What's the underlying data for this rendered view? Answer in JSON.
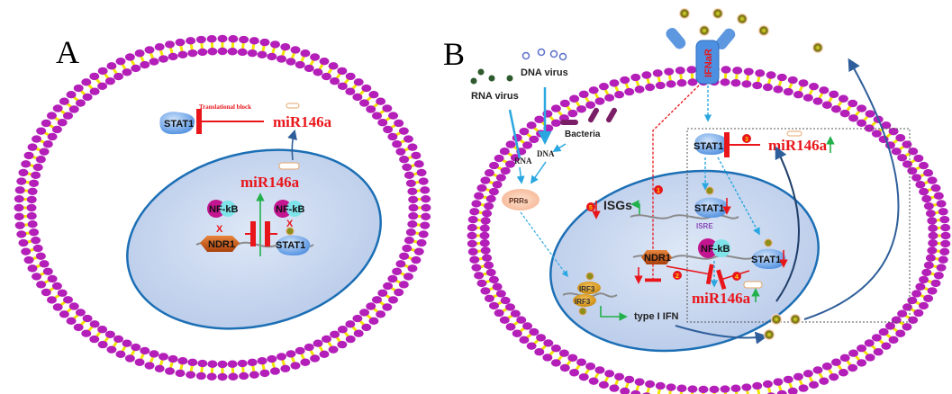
{
  "panels": {
    "A": {
      "label": "A",
      "cytoplasm": {
        "stat1": "STAT1",
        "mirna": "miR146a",
        "inhibition_label": "Translational block"
      },
      "nucleus": {
        "mirna": "miR146a",
        "nfkb_left": "NF-kB",
        "nfkb_right": "NF-kB",
        "ndr1": "NDR1",
        "stat1": "STAT1"
      }
    },
    "B": {
      "label": "B",
      "pathogens": {
        "rna_virus": "RNA virus",
        "dna_virus": "DNA virus",
        "bacteria": "Bacteria"
      },
      "nucleic_acids": {
        "rna": "RNA",
        "dna": "DNA"
      },
      "prrs": "PRRs",
      "receptor": "IFNaR",
      "cytoplasm": {
        "stat1": "STAT1",
        "mirna": "miR146a",
        "up_arrow": "↑"
      },
      "nucleus": {
        "isgs": "ISGs",
        "stat1_isre": "STAT1",
        "isre": "ISRE",
        "ndr1": "NDR1",
        "nfkb": "NF-kB",
        "stat1_promoter": "STAT1",
        "mirna": "miR146a",
        "irf3_top": "IRF3",
        "irf3_bottom": "IRF3",
        "type1ifn": "type I IFN"
      },
      "steps": [
        "1",
        "2",
        "3",
        "4",
        "5"
      ],
      "colors": {
        "inhibit": "#e8161b",
        "activate": "#22b04b",
        "signal": "#2aa7e0",
        "membrane_head": "#b31fb8",
        "membrane_tail": "#f2e600",
        "nucleus_fill": "#c7d6ef",
        "nucleus_edge": "#1c6fb5"
      }
    }
  }
}
